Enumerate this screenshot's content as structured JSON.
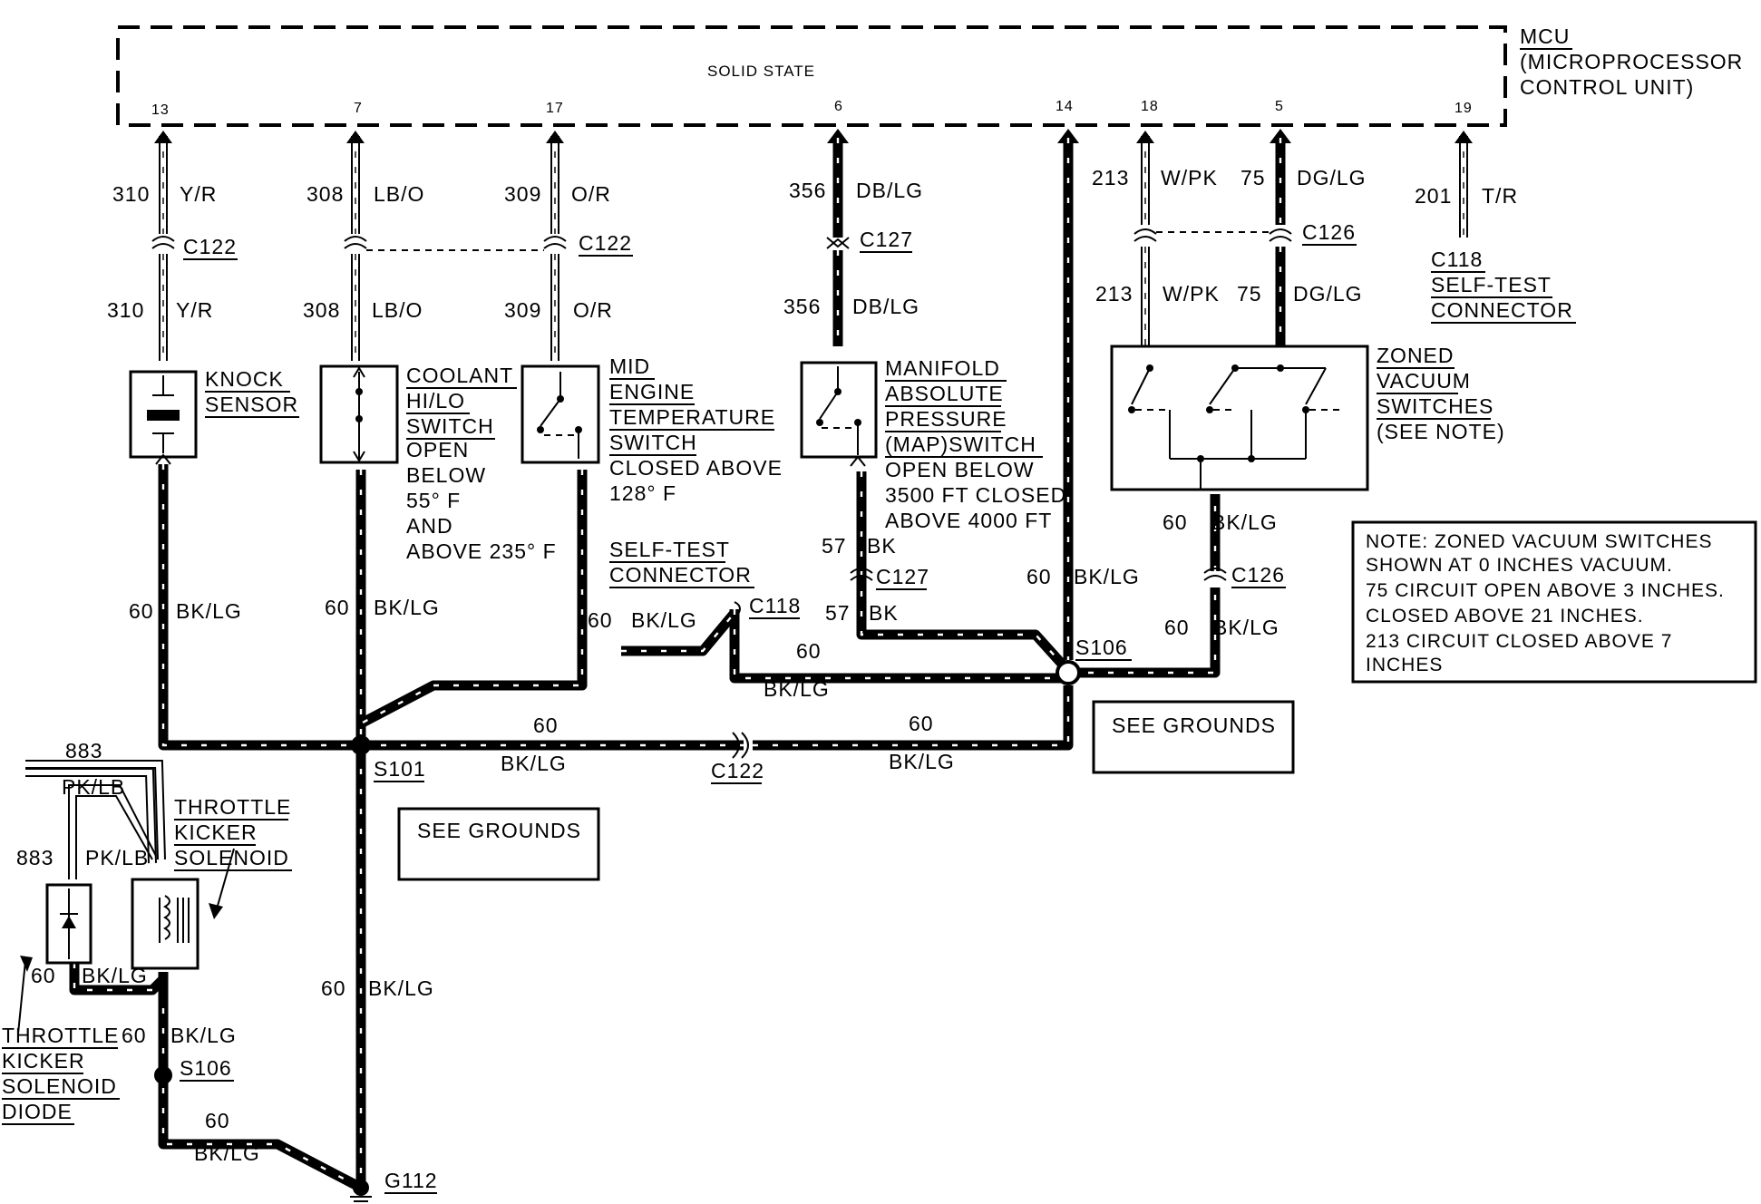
{
  "mcu": {
    "title": "MCU",
    "line2": "(MICROPROCESSOR",
    "line3": "CONTROL UNIT)",
    "solid_state": "SOLID STATE",
    "pins": [
      "13",
      "7",
      "17",
      "6",
      "14",
      "18",
      "5",
      "19"
    ]
  },
  "wires": {
    "w310": "310",
    "yr": "Y/R",
    "w308": "308",
    "lbo": "LB/O",
    "w309": "309",
    "or": "O/R",
    "w356": "356",
    "dblg": "DB/LG",
    "w213": "213",
    "wpk": "W/PK",
    "w75": "75",
    "dglg": "DG/LG",
    "w201": "201",
    "tr": "T/R",
    "w60": "60",
    "bklg": "BK/LG",
    "w57": "57",
    "bk": "BK",
    "w883": "883",
    "pklb": "PK/LB"
  },
  "connectors": {
    "c122": "C122",
    "c127": "C127",
    "c126": "C126",
    "c118": "C118",
    "s101": "S101",
    "s106": "S106",
    "g112": "G112"
  },
  "self_test_top": [
    "C118",
    "SELF-TEST",
    "CONNECTOR"
  ],
  "knock": [
    "KNOCK",
    "SENSOR"
  ],
  "coolant": [
    "COOLANT",
    "HI/LO",
    "SWITCH"
  ],
  "coolant_desc": [
    "OPEN",
    "BELOW",
    "55° F",
    "AND",
    "ABOVE 235° F"
  ],
  "mid": [
    "MID",
    "ENGINE",
    "TEMPERATURE",
    "SWITCH"
  ],
  "mid_desc": [
    "CLOSED ABOVE",
    "128° F"
  ],
  "map": [
    "MANIFOLD",
    "ABSOLUTE",
    "PRESSURE",
    "(MAP)SWITCH"
  ],
  "map_desc": [
    "OPEN BELOW",
    "3500 FT CLOSED",
    "ABOVE 4000 FT"
  ],
  "zoned": [
    "ZONED",
    "VACUUM",
    "SWITCHES",
    "(SEE NOTE)"
  ],
  "self_test_mid": [
    "SELF-TEST",
    "CONNECTOR"
  ],
  "throttle": [
    "THROTTLE",
    "KICKER",
    "SOLENOID"
  ],
  "diode": [
    "THROTTLE",
    "KICKER",
    "SOLENOID",
    "DIODE"
  ],
  "see_grounds": "SEE GROUNDS",
  "note": [
    "NOTE: ZONED VACUUM SWITCHES",
    "SHOWN AT 0 INCHES VACUUM.",
    "75 CIRCUIT OPEN ABOVE 3 INCHES.",
    "CLOSED ABOVE 21 INCHES.",
    "213 CIRCUIT CLOSED ABOVE 7",
    "INCHES"
  ]
}
